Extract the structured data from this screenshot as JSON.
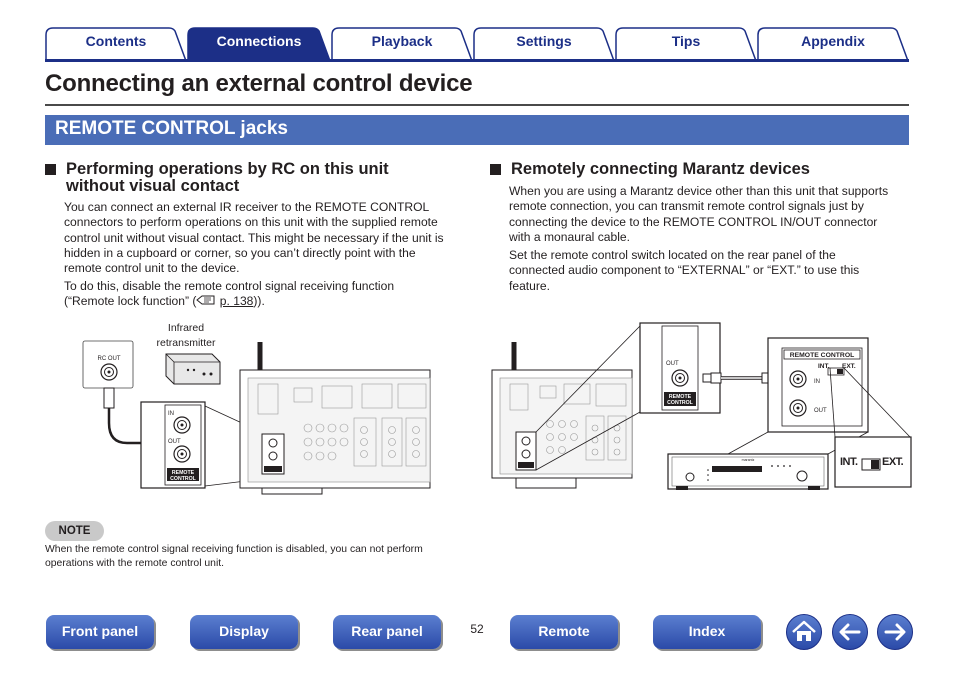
{
  "tabs": [
    {
      "label": "Contents",
      "active": false
    },
    {
      "label": "Connections",
      "active": true
    },
    {
      "label": "Playback",
      "active": false
    },
    {
      "label": "Settings",
      "active": false
    },
    {
      "label": "Tips",
      "active": false
    },
    {
      "label": "Appendix",
      "active": false
    }
  ],
  "page": {
    "title": "Connecting an external control device",
    "section_title": "REMOTE CONTROL jacks"
  },
  "left": {
    "heading_line1": "Performing operations by RC on this unit",
    "heading_line2": "without visual contact",
    "para1": [
      "You can connect an external IR receiver to the REMOTE CONTROL",
      "connectors to perform operations on this unit with the supplied remote",
      "control unit without visual contact. This might be necessary if the unit is",
      "hidden in a cupboard or corner, so you can’t directly point with the",
      "remote control unit to the device."
    ],
    "para2_line1": "To do this, disable the remote control signal receiving function",
    "para2_pre": "(“Remote lock function” (",
    "para2_link": "p. 138",
    "para2_post": ")).",
    "diagram": {
      "infrared_line1": "Infrared",
      "infrared_line2": "retransmitter",
      "rc_out": "RC OUT",
      "in": "IN",
      "out": "OUT",
      "remote_line1": "REMOTE",
      "remote_line2": "CONTROL"
    }
  },
  "right": {
    "heading": "Remotely connecting Marantz devices",
    "para1": [
      "When you are using a Marantz device other than this unit that supports",
      "remote connection, you can transmit remote control signals just by",
      "connecting the device to the REMOTE CONTROL IN/OUT connector",
      "with a monaural cable."
    ],
    "para2": [
      "Set the remote control switch located on the rear panel of the",
      "connected audio component to “EXTERNAL” or “EXT.” to use this",
      "feature."
    ],
    "diagram": {
      "out": "OUT",
      "remote_line1": "REMOTE",
      "remote_line2": "CONTROL",
      "panel_title": "REMOTE CONTROL",
      "int": "INT.",
      "ext": "EXT.",
      "in": "IN",
      "out2": "OUT",
      "switch_int": "INT.",
      "switch_ext": "EXT.",
      "brand": "marantz"
    }
  },
  "note": {
    "badge": "NOTE",
    "text": "When the remote control signal receiving function is disabled, you can not perform operations with the remote control unit."
  },
  "footer": {
    "buttons": [
      "Front panel",
      "Display",
      "Rear panel",
      "Remote",
      "Index"
    ],
    "page_number": "52"
  },
  "colors": {
    "tab_blue": "#1c2f87",
    "section_bar": "#4a6db7",
    "button_top": "#5b7fd0",
    "button_bottom": "#2b4aa8"
  }
}
